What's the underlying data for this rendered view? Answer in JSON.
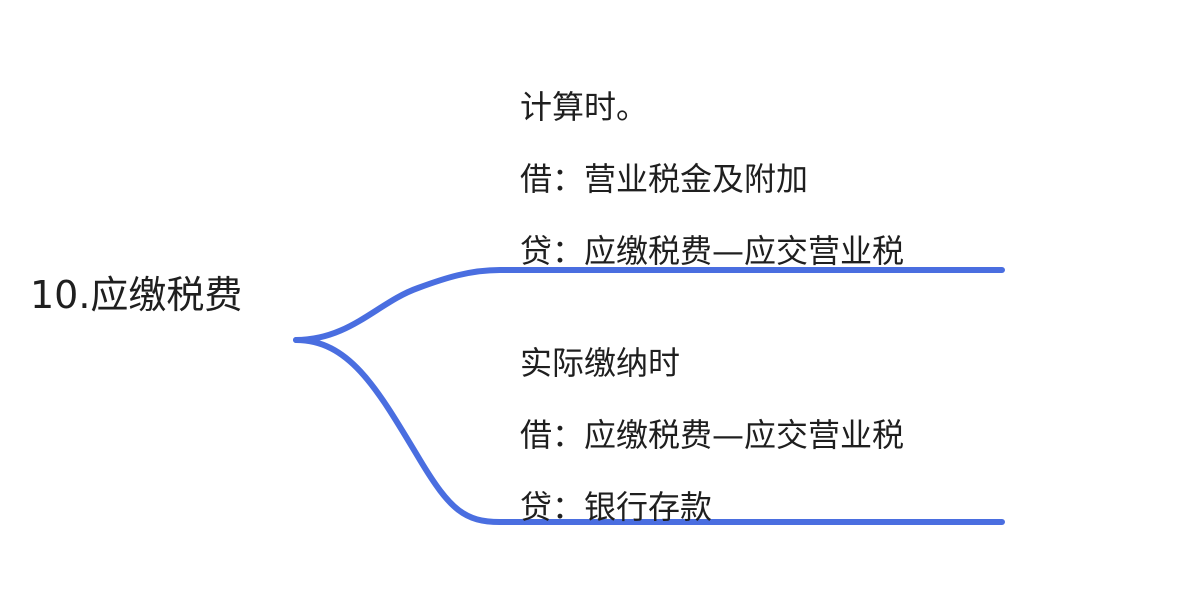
{
  "root": {
    "label": "10.应缴税费"
  },
  "branches": [
    {
      "lines": [
        "计算时。",
        "借：营业税金及附加",
        "贷：应缴税费—应交营业税"
      ]
    },
    {
      "lines": [
        "实际缴纳时",
        "借：应缴税费—应交营业税",
        "贷：银行存款"
      ]
    }
  ],
  "colors": {
    "connector": "#4a6ee0",
    "text": "#1f1f1f",
    "background": "#ffffff"
  }
}
